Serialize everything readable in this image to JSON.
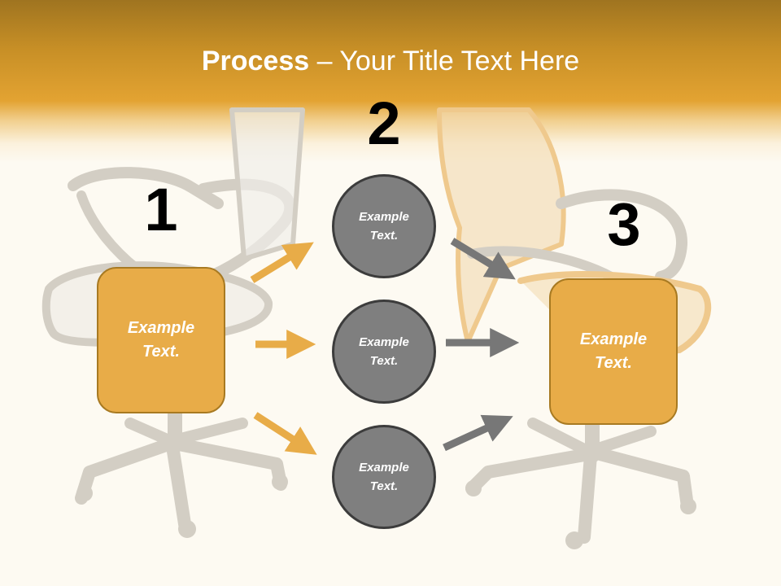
{
  "title": {
    "bold": "Process",
    "rest": " – Your Title Text Here"
  },
  "steps": {
    "one": "1",
    "two": "2",
    "three": "3"
  },
  "left_box": {
    "text": "Example Text."
  },
  "circles": [
    {
      "text": "Example Text."
    },
    {
      "text": "Example Text."
    },
    {
      "text": "Example Text."
    }
  ],
  "right_box": {
    "text": "Example Text."
  },
  "colors": {
    "accent": "#e8ac48",
    "circle": "#7f7f7f",
    "orange_arrow": "#e8ac48",
    "gray_arrow": "#777777"
  }
}
